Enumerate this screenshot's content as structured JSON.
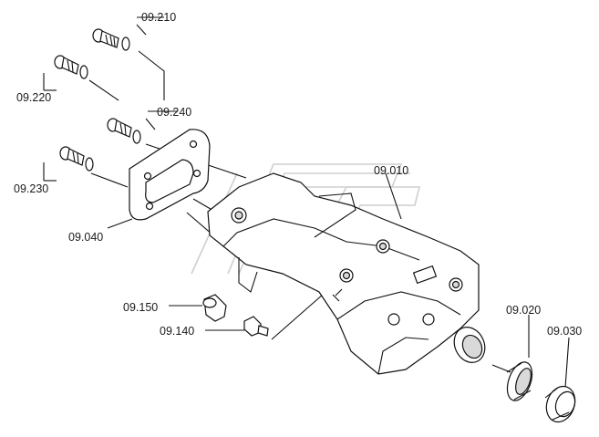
{
  "labels": {
    "p09210": "09.210",
    "p09220": "09.220",
    "p09240": "09.240",
    "p09230": "09.230",
    "p09040": "09.040",
    "p09010": "09.010",
    "p09150": "09.150",
    "p09140": "09.140",
    "p09020": "09.020",
    "p09030": "09.030"
  },
  "colors": {
    "line": "#111111",
    "watermark": "#cfcfcf",
    "background": "#ffffff"
  }
}
